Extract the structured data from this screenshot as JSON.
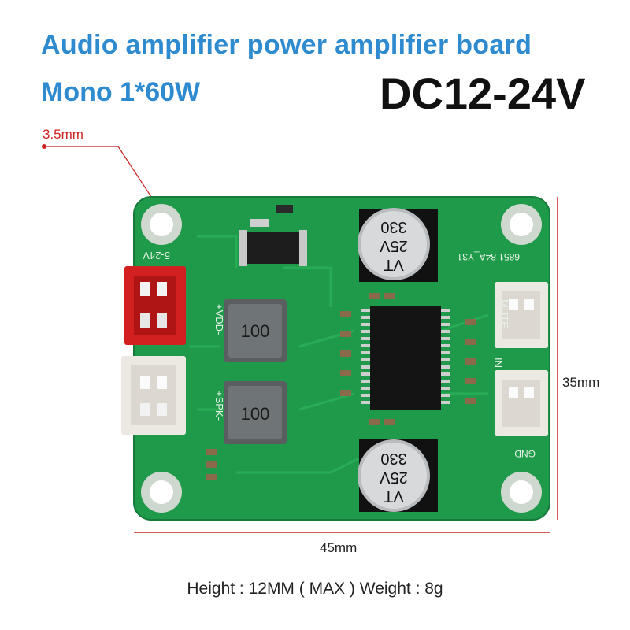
{
  "header": {
    "title": "Audio amplifier power amplifier board",
    "subtitle": "Mono 1*60W",
    "voltage": "DC12-24V"
  },
  "dimensions": {
    "hole": "3.5mm",
    "height": "35mm",
    "width": "45mm"
  },
  "board": {
    "inductor_top": "100",
    "inductor_bottom": "100",
    "capacitor_top": [
      "VT",
      "25V",
      "330"
    ],
    "capacitor_bottom": [
      "VT",
      "25V",
      "330"
    ],
    "chip_marking": "6851 84A_Y31",
    "silk_power": "5-24V",
    "silk_vdd": "+VDD-",
    "silk_spk": "+SPK-",
    "silk_mute": "MUTE",
    "silk_in": "IN",
    "silk_gnd": "GND"
  },
  "footer": {
    "spec": "Height : 12MM ( MAX ) Weight : 8g"
  },
  "colors": {
    "title": "#2f8bd0",
    "pcb": "#1f9a4a",
    "dimension_hole": "#cc2222"
  }
}
